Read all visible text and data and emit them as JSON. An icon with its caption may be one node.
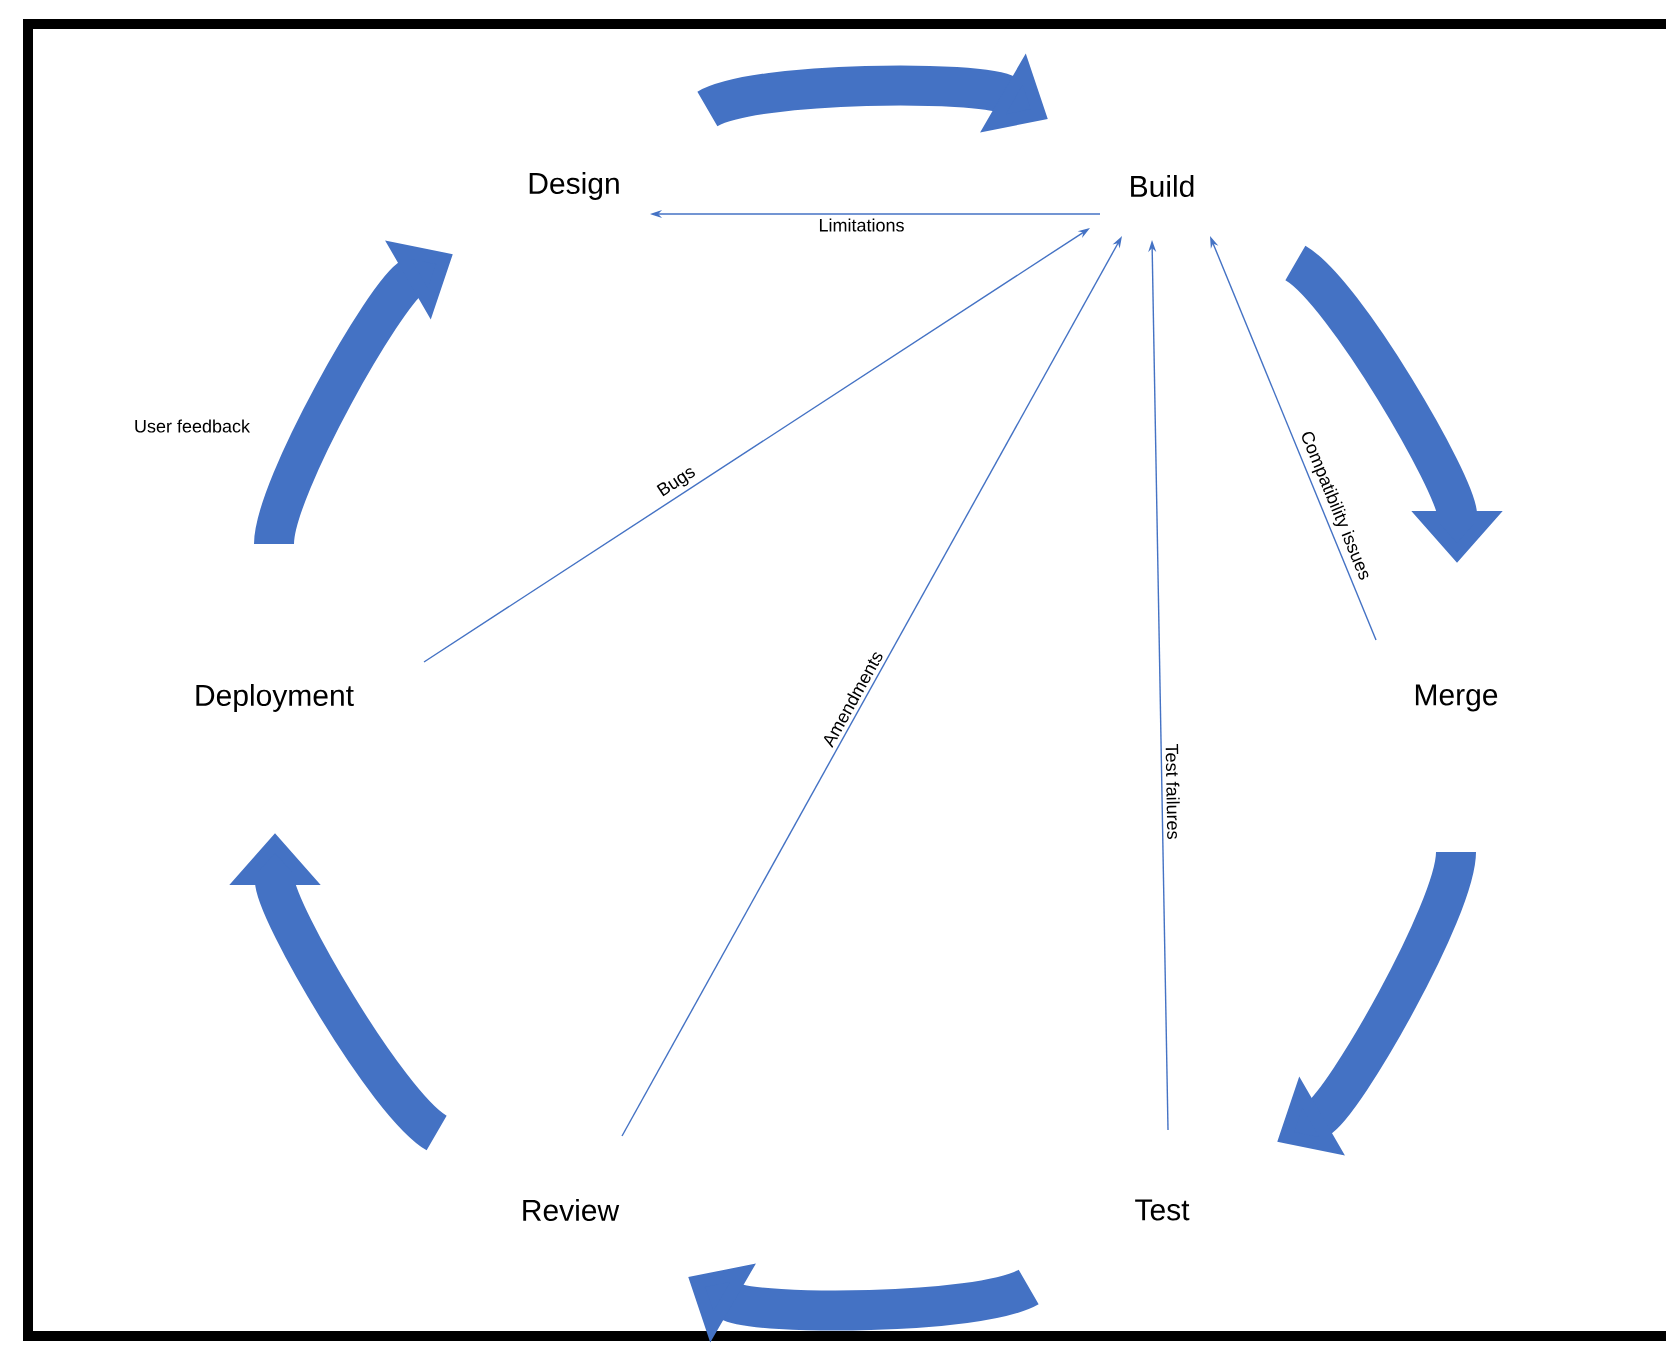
{
  "diagram": {
    "nodes": [
      {
        "text": [
          "Design"
        ]
      },
      {
        "text": [
          "Build"
        ]
      },
      {
        "text": [
          "Merge"
        ]
      },
      {
        "text": [
          "Test"
        ]
      },
      {
        "text": [
          "Review"
        ]
      },
      {
        "text": [
          "Deployment"
        ]
      }
    ],
    "edges": [
      {
        "from": 0,
        "to": 1,
        "arrow": "to"
      },
      {
        "from": 1,
        "to": 2,
        "arrow": "to"
      },
      {
        "from": 2,
        "to": 3,
        "arrow": "to"
      },
      {
        "from": 3,
        "to": 4,
        "arrow": "to"
      },
      {
        "from": 4,
        "to": 5,
        "arrow": "to"
      },
      {
        "from": 5,
        "to": 0,
        "arrow": "to",
        "label": "User feedback"
      },
      {
        "from": 1,
        "to": 0,
        "arrow": "to",
        "label": "Limitations"
      },
      {
        "from": 5,
        "to": 1,
        "arrow": "to",
        "label": "Bugs"
      },
      {
        "from": 4,
        "to": 1,
        "arrow": "to",
        "label": "Amendments"
      },
      {
        "from": 3,
        "to": 1,
        "arrow": "to",
        "label": "Test failures"
      },
      {
        "from": 2,
        "to": 1,
        "arrow": "to",
        "label": "Compatibility issues"
      }
    ]
  }
}
